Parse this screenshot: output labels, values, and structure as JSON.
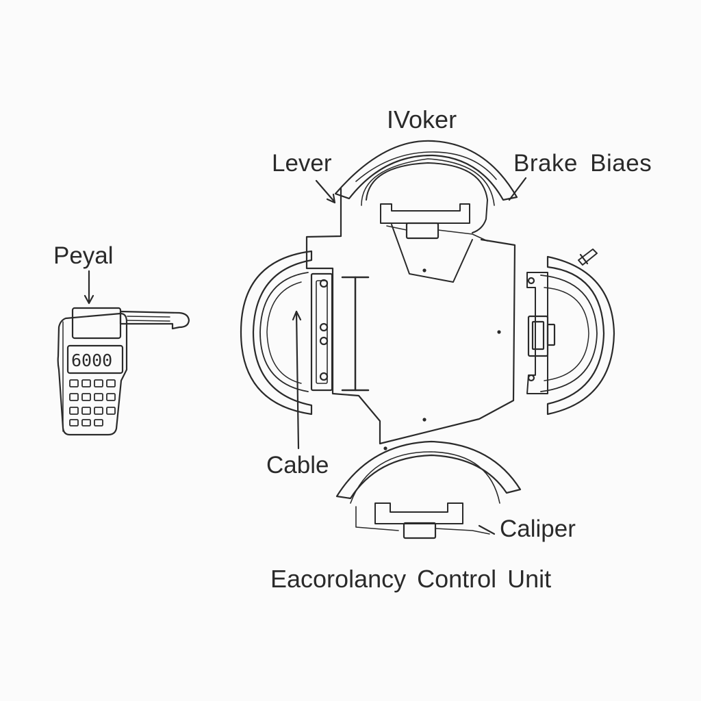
{
  "labels": {
    "peyal": "Peyal",
    "lever": "Lever",
    "ivoker": "IVoker",
    "brake_biaes": "Brake Biaes",
    "cable": "Cable",
    "caliper": "Caliper",
    "ecu": "Eacorolancy Control Unit"
  },
  "device": {
    "display_value": "6000"
  },
  "colors": {
    "background": "#fbfbfb",
    "ink": "#2a2a2a"
  }
}
